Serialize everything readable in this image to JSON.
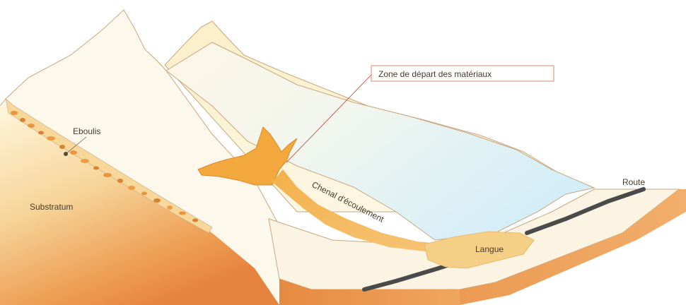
{
  "diagram": {
    "labels": {
      "zone_depart": "Zone de départ des matériaux",
      "eboulis": "Eboulis",
      "substratum": "Substratum",
      "route": "Route",
      "chenal": "Chenal d'écoulement",
      "langue": "Langue"
    }
  }
}
